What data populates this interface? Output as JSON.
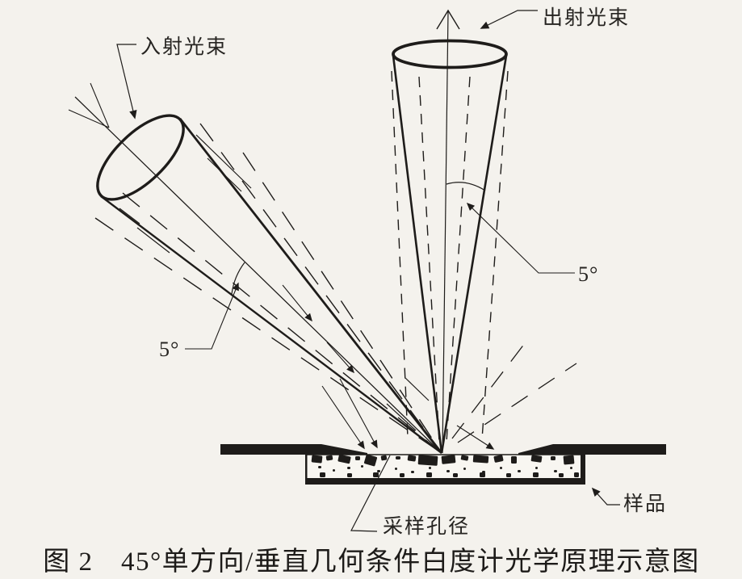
{
  "figure": {
    "type": "optical-schematic",
    "caption": "图 2　45°单方向/垂直几何条件白度计光学原理示意图",
    "labels": {
      "incident_beam": "入射光束",
      "exit_beam": "出射光束",
      "incident_tolerance_angle": "5°",
      "exit_tolerance_angle": "5°",
      "sampling_aperture": "采样孔径",
      "sample": "样品"
    },
    "colors": {
      "paper": "#f4f2ed",
      "ink": "#1e1c1a"
    }
  }
}
